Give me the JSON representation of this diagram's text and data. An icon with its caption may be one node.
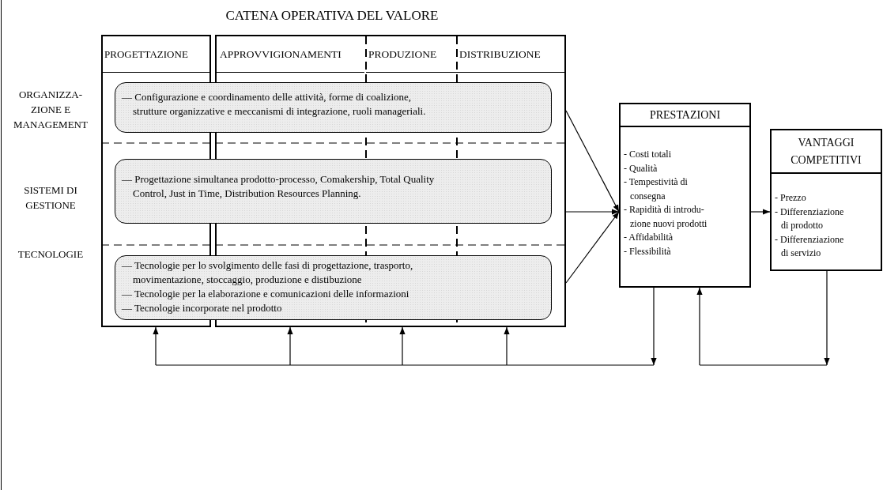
{
  "diagram": {
    "title": "CATENA OPERATIVA DEL VALORE",
    "nodes": [
      {
        "text": [
          "PROGETTAZIONE"
        ]
      },
      {
        "text": [],
        "shape": "box"
      },
      {
        "text": [
          "APPROVVIGIONAMENTI"
        ],
        "in": 1
      },
      {
        "text": [
          "PRODUZIONE"
        ],
        "in": 1
      },
      {
        "text": [
          "DISTRIBUZIONE"
        ],
        "in": 1
      },
      {
        "text": [
          "— Configurazione e coordinamento delle attività, forme di coalizione, strutture organizzative e meccanismi di integrazione, ruoli manageriali."
        ]
      },
      {
        "text": [
          "— Progettazione simultanea prodotto-processo, Comakership, Total Quality Control, Just in Time, Distribution Resources Planning."
        ]
      },
      {
        "text": [
          "— Tecnologie per lo svolgimento delle fasi di progettazione, trasporto, movimentazione, stoccaggio, produzione e distibuzione",
          "— Tecnologie per la elaborazione e comunicazioni delle informazioni",
          "— Tecnologie incorporate nel prodotto"
        ]
      },
      {
        "text": [
          "PRESTAZIONI",
          "- Costi totali",
          "- Qualità",
          "- Tempestività di consegna",
          "- Rapidità di introdu- zione nuovi prodotti",
          "- Affidabilità",
          "- Flessibilità"
        ]
      },
      {
        "text": [
          "VANTAGGI COMPETITIVI",
          "- Prezzo",
          "- Differenziazione di prodotto",
          "- Differenziazione di servizio"
        ]
      }
    ],
    "edges": [
      {
        "from": 1,
        "to": 8,
        "arrow": "to"
      },
      {
        "from": 1,
        "to": 8,
        "arrow": "to"
      },
      {
        "from": 1,
        "to": 8,
        "arrow": "to"
      },
      {
        "from": 8,
        "to": 9,
        "arrow": "to"
      },
      {
        "from": 8,
        "to": 0,
        "arrow": "to"
      },
      {
        "from": 8,
        "to": 1,
        "arrow": "to"
      },
      {
        "from": 8,
        "to": 1,
        "arrow": "to"
      },
      {
        "from": 8,
        "to": 1,
        "arrow": "to"
      },
      {
        "from": 9,
        "to": 8,
        "arrow": "to"
      }
    ],
    "labels": [
      "ORGANIZZA- ZIONE E MANAGEMENT",
      "SISTEMI DI GESTIONE",
      "TECNOLOGIE"
    ]
  }
}
